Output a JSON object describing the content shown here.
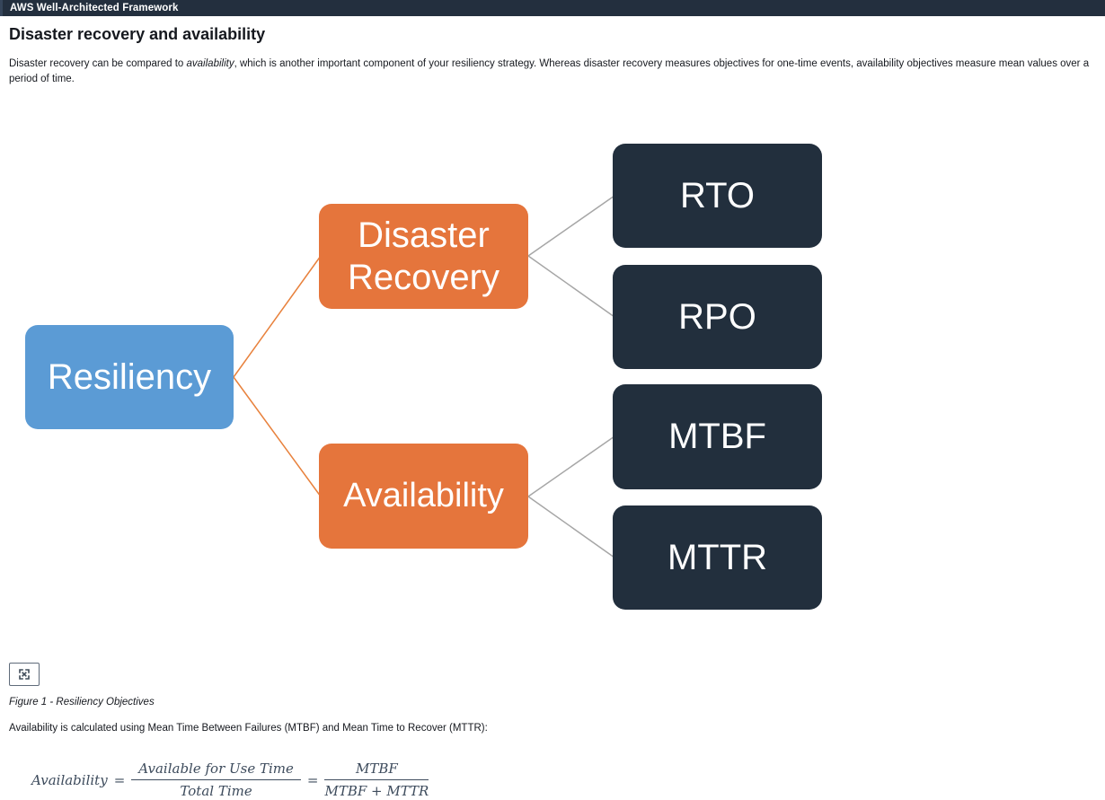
{
  "topbar": {
    "title": "AWS Well-Architected Framework"
  },
  "page": {
    "heading": "Disaster recovery and availability",
    "intro_prefix": "Disaster recovery can be compared to ",
    "intro_italic": "availability",
    "intro_suffix": ", which is another important component of your resiliency strategy. Whereas disaster recovery measures objectives for one-time events, availability objectives measure mean values over a period of time."
  },
  "diagram": {
    "root": {
      "label": "Resiliency"
    },
    "branches": [
      {
        "label_line1": "Disaster",
        "label_line2": "Recovery",
        "children": [
          {
            "label": "RTO"
          },
          {
            "label": "RPO"
          }
        ]
      },
      {
        "label": "Availability",
        "children": [
          {
            "label": "MTBF"
          },
          {
            "label": "MTTR"
          }
        ]
      }
    ],
    "colors": {
      "root_box": "#5b9bd5",
      "branch_box": "#e5753c",
      "leaf_box": "#222f3d",
      "branch_connector": "#e8813c",
      "leaf_connector": "#a6a6a6"
    }
  },
  "figure": {
    "expand_icon": "expand-icon",
    "caption": "Figure 1 - Resiliency Objectives"
  },
  "body": {
    "availability_text": "Availability is calculated using Mean Time Between Failures (MTBF) and Mean Time to Recover (MTTR):"
  },
  "formula": {
    "lhs": "Availability",
    "equals": "=",
    "equals2": "=",
    "fraction1": {
      "numerator": "Available for Use Time",
      "denominator": "Total Time"
    },
    "fraction2": {
      "numerator": "MTBF",
      "denominator": "MTBF + MTTR"
    }
  }
}
